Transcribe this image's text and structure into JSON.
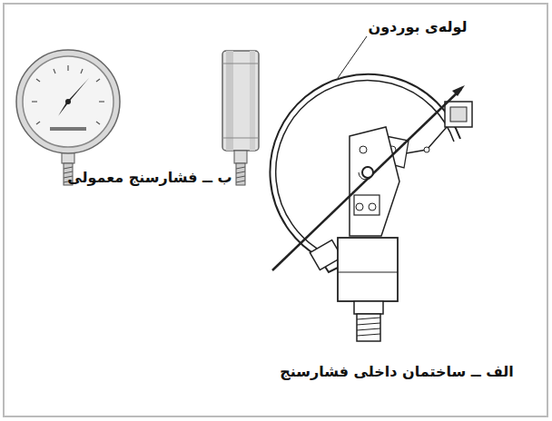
{
  "diagram": {
    "labels": [
      "لوله‌ی بوردون",
      "ب ــ فشارسنج معمولی",
      "الف ــ ساختمان داخلی فشارسنج"
    ]
  }
}
